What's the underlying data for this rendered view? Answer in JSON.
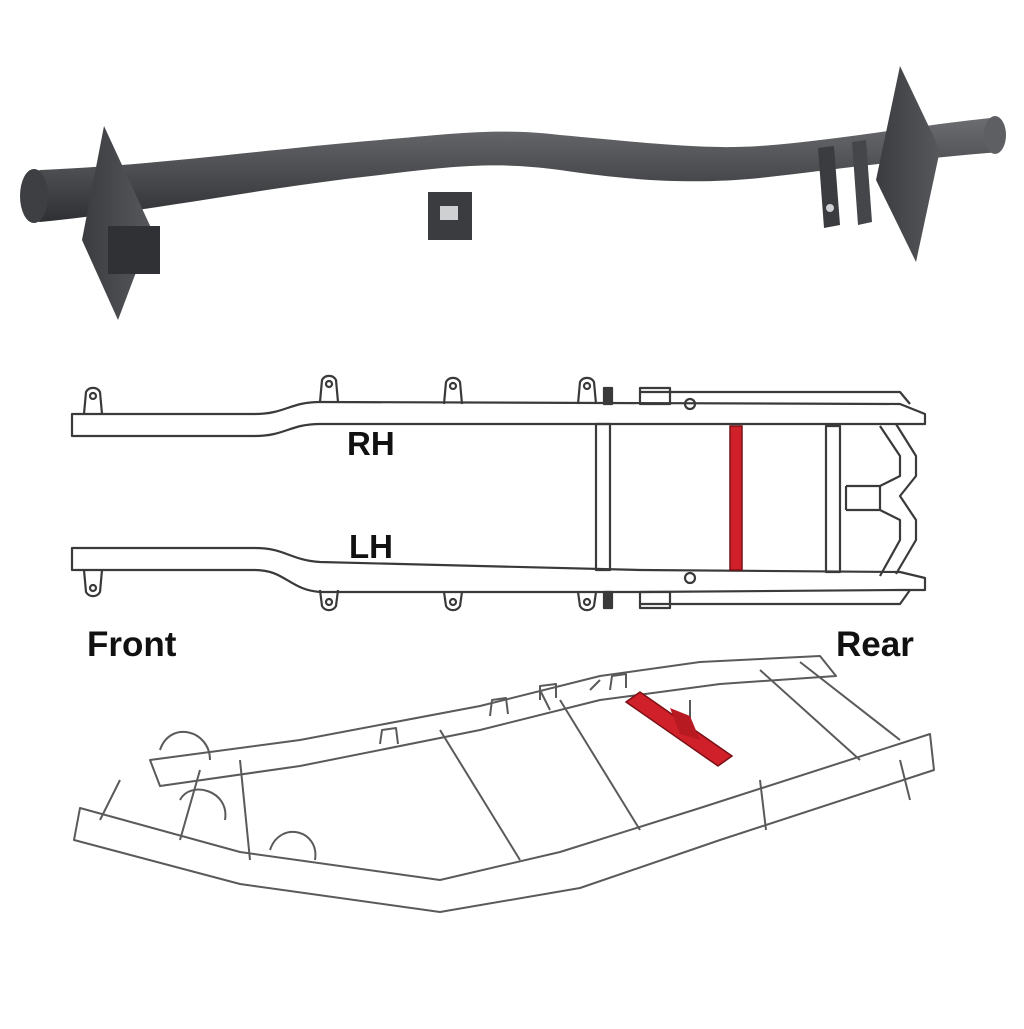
{
  "labels": {
    "rh": "RH",
    "lh": "LH",
    "front": "Front",
    "rear": "Rear"
  },
  "colors": {
    "tube": "#4a4c4f",
    "tube_dark": "#2e3033",
    "tube_light": "#6b6d70",
    "frame_line": "#3a3a3a",
    "highlight": "#d0202a"
  },
  "parts": {
    "photo": "crossmember-tube-photo",
    "top_view": "frame-top-view-diagram",
    "iso_view": "frame-isometric-diagram"
  }
}
